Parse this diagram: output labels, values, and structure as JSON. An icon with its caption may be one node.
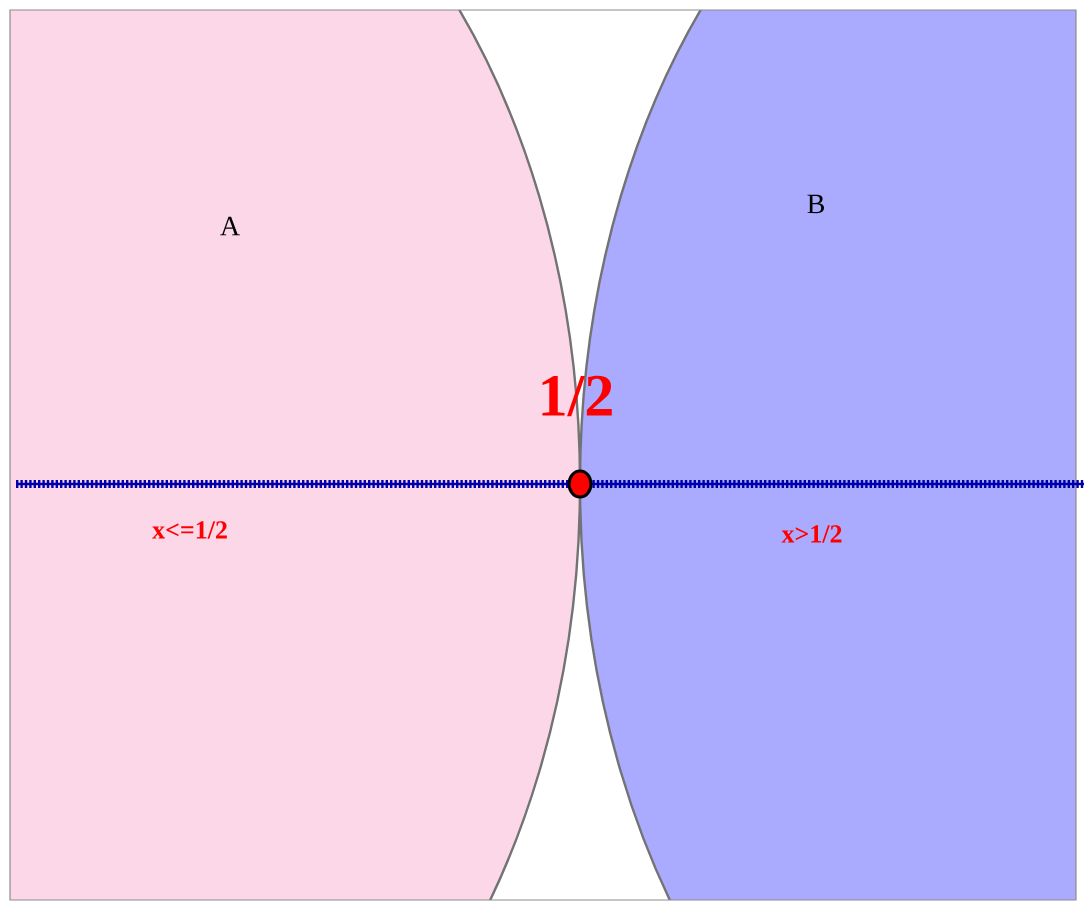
{
  "diagram": {
    "nodes": [
      {
        "text": [
          "A"
        ]
      },
      {
        "text": [
          "B"
        ]
      }
    ],
    "labels": [
      "1/2",
      "x<=1/2",
      "x>1/2"
    ]
  }
}
